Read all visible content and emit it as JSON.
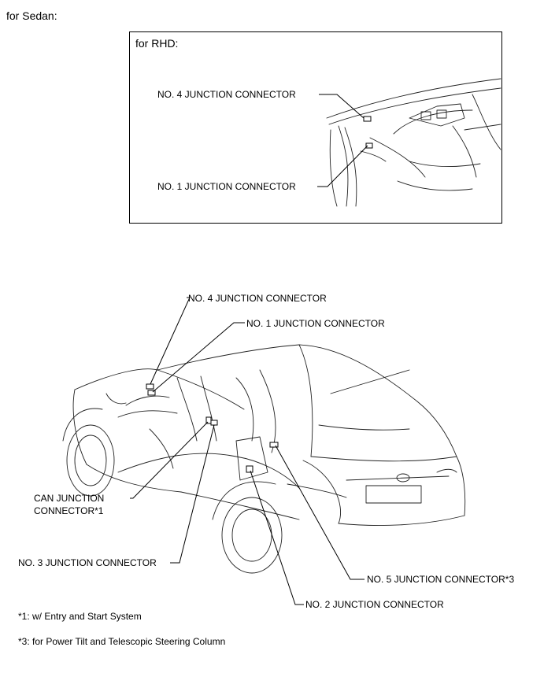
{
  "section_title": "for Sedan:",
  "inset": {
    "title": "for RHD:",
    "labels": {
      "no4": "NO. 4 JUNCTION CONNECTOR",
      "no1": "NO. 1 JUNCTION CONNECTOR"
    }
  },
  "main": {
    "labels": {
      "no4": "NO. 4 JUNCTION CONNECTOR",
      "no1": "NO. 1 JUNCTION CONNECTOR",
      "can_line1": "CAN JUNCTION",
      "can_line2": "CONNECTOR*1",
      "no3": "NO. 3 JUNCTION CONNECTOR",
      "no5": "NO. 5 JUNCTION CONNECTOR*3",
      "no2": "NO. 2 JUNCTION CONNECTOR"
    }
  },
  "footnotes": [
    "*1: w/ Entry and Start System",
    "*3: for Power Tilt and Telescopic Steering Column"
  ]
}
